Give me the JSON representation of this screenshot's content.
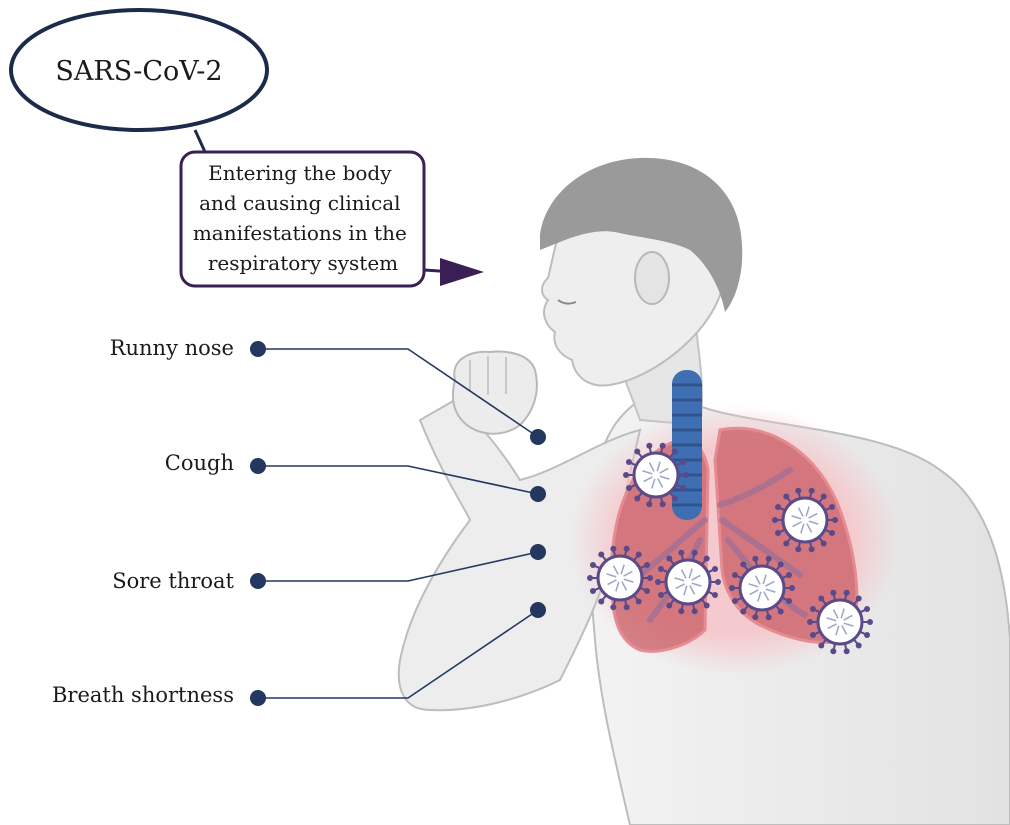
{
  "virus_bubble": {
    "text": "SARS-CoV-2"
  },
  "callout": {
    "lines": [
      "Entering the body",
      "and causing clinical",
      "manifestations in the",
      "respiratory system"
    ]
  },
  "symptoms": [
    {
      "label": "Runny nose"
    },
    {
      "label": "Cough"
    },
    {
      "label": "Sore throat"
    },
    {
      "label": "Breath shortness"
    }
  ],
  "colors": {
    "outline_navy": "#1c2b4a",
    "callout_border": "#3a1f55",
    "dot": "#24385f",
    "skin": "#ececec",
    "skin_shadow": "#d6d6d6",
    "hair": "#8f8f8f",
    "lung": "#c44a55",
    "lung_glow": "#f2b8bc",
    "trachea": "#3f6fb2",
    "virus": "#5a4a8a"
  }
}
